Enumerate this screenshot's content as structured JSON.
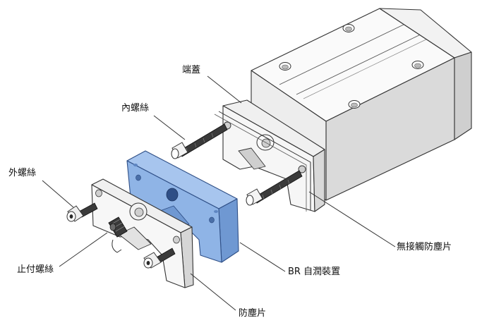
{
  "labels": {
    "end_cap": "端蓋",
    "inner_screw": "內螺絲",
    "outer_screw": "外螺絲",
    "stop_screw": "止付螺絲",
    "br_lube_device": "BR 自潤裝置",
    "contactless_dust_plate": "無接觸防塵片",
    "dust_plate": "防塵片"
  },
  "colors": {
    "line": "#333333",
    "body_fill": "#f7f7f7",
    "body_shade": "#e6e6e6",
    "body_dark": "#d3d3d3",
    "lube_fill": "#8fb4e6",
    "lube_shade": "#6f98d2",
    "lube_stroke": "#2f4f86",
    "screw_dark": "#2a2a2a"
  }
}
